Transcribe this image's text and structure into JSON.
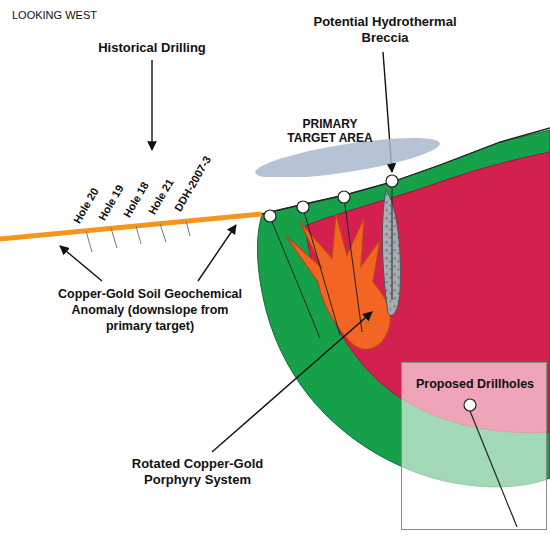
{
  "diagram": {
    "nodes": [
      {
        "text": [
          "PRIMARY TARGET AREA"
        ]
      },
      {
        "text": [
          "Proposed Drillholes"
        ]
      }
    ],
    "labels": [
      "LOOKING WEST",
      "Historical Drilling",
      "Hole 20",
      "Hole 19",
      "Hole 18",
      "Hole 21",
      "DDH-2007-3",
      "Potential Hydrothermal Breccia",
      "Copper-Gold Soil Geochemical Anomaly (downslope from primary target)",
      "Rotated Copper-Gold Porphyry System"
    ]
  }
}
